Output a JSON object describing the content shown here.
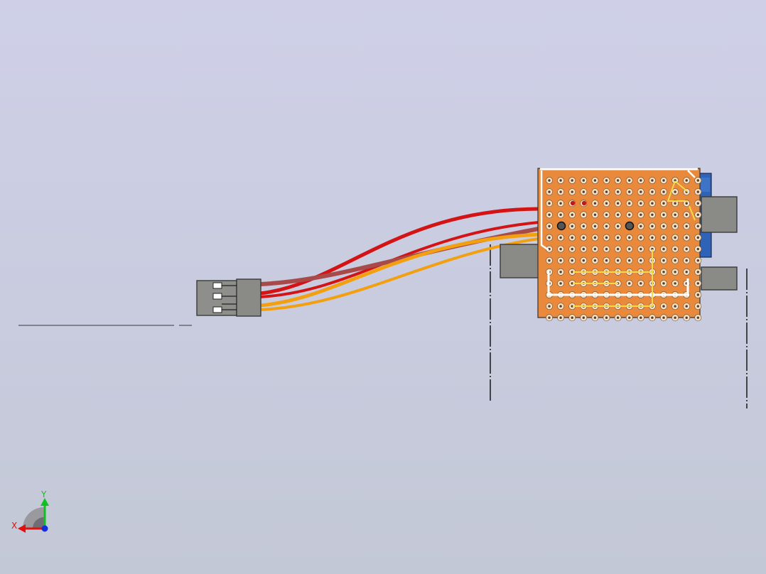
{
  "viewport": {
    "background_top": "#cfd0e8",
    "background_bottom": "#c3c8d6"
  },
  "triad": {
    "x_label": "X",
    "y_label": "Y",
    "x_color": "#e01010",
    "y_color": "#10c020",
    "z_color": "#1030e0"
  },
  "colors": {
    "wire_red": "#d41414",
    "wire_brown": "#a84a4a",
    "wire_orange": "#f2a010",
    "board_orange": "#e8893c",
    "board_pad": "#f4e2c8",
    "connector_grey": "#8a8a86",
    "connector_blue": "#2f63b8",
    "trace_yellow": "#f5d94a"
  },
  "model": {
    "components": [
      "dupont-connector",
      "servo-cable",
      "perfboard",
      "side-connector-left",
      "side-connector-right-upper",
      "side-connector-right-lower"
    ]
  }
}
